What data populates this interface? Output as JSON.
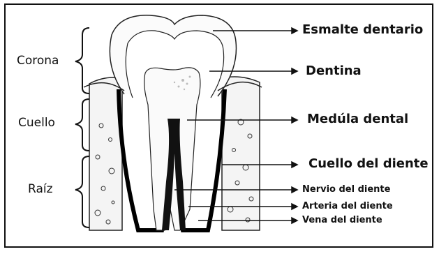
{
  "left_labels": {
    "corona": "Corona",
    "cuello": "Cuello",
    "raiz": "Raíz"
  },
  "right_labels": {
    "esmalte": "Esmalte dentario",
    "dentina": "Dentina",
    "medula": "Medúla dental",
    "cuello_diente": "Cuello del diente",
    "nervio": "Nervio del diente",
    "arteria": "Arteria del diente",
    "vena": "Vena del diente"
  }
}
